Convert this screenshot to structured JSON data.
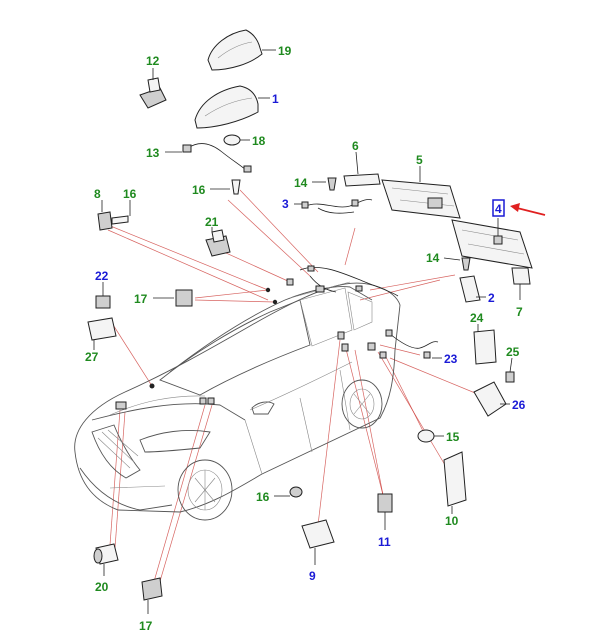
{
  "colors": {
    "green_callout": "#1f8a1f",
    "blue_callout": "#1a1ad6",
    "highlight_box": "#1a1ad6",
    "arrow": "#e02020",
    "leader_red": "#c9302c"
  },
  "callouts": {
    "c19": "19",
    "c1": "1",
    "c12": "12",
    "c18": "18",
    "c13": "13",
    "c16a": "16",
    "c6": "6",
    "c5": "5",
    "c14a": "14",
    "c3": "3",
    "c8": "8",
    "c16b": "16",
    "c21": "21",
    "c4": "4",
    "c14b": "14",
    "c2": "2",
    "c7": "7",
    "c22": "22",
    "c17a": "17",
    "c27": "27",
    "c24": "24",
    "c25": "25",
    "c23": "23",
    "c26": "26",
    "c15": "15",
    "c10": "10",
    "c16c": "16",
    "c11": "11",
    "c9": "9",
    "c20": "20",
    "c17b": "17"
  }
}
